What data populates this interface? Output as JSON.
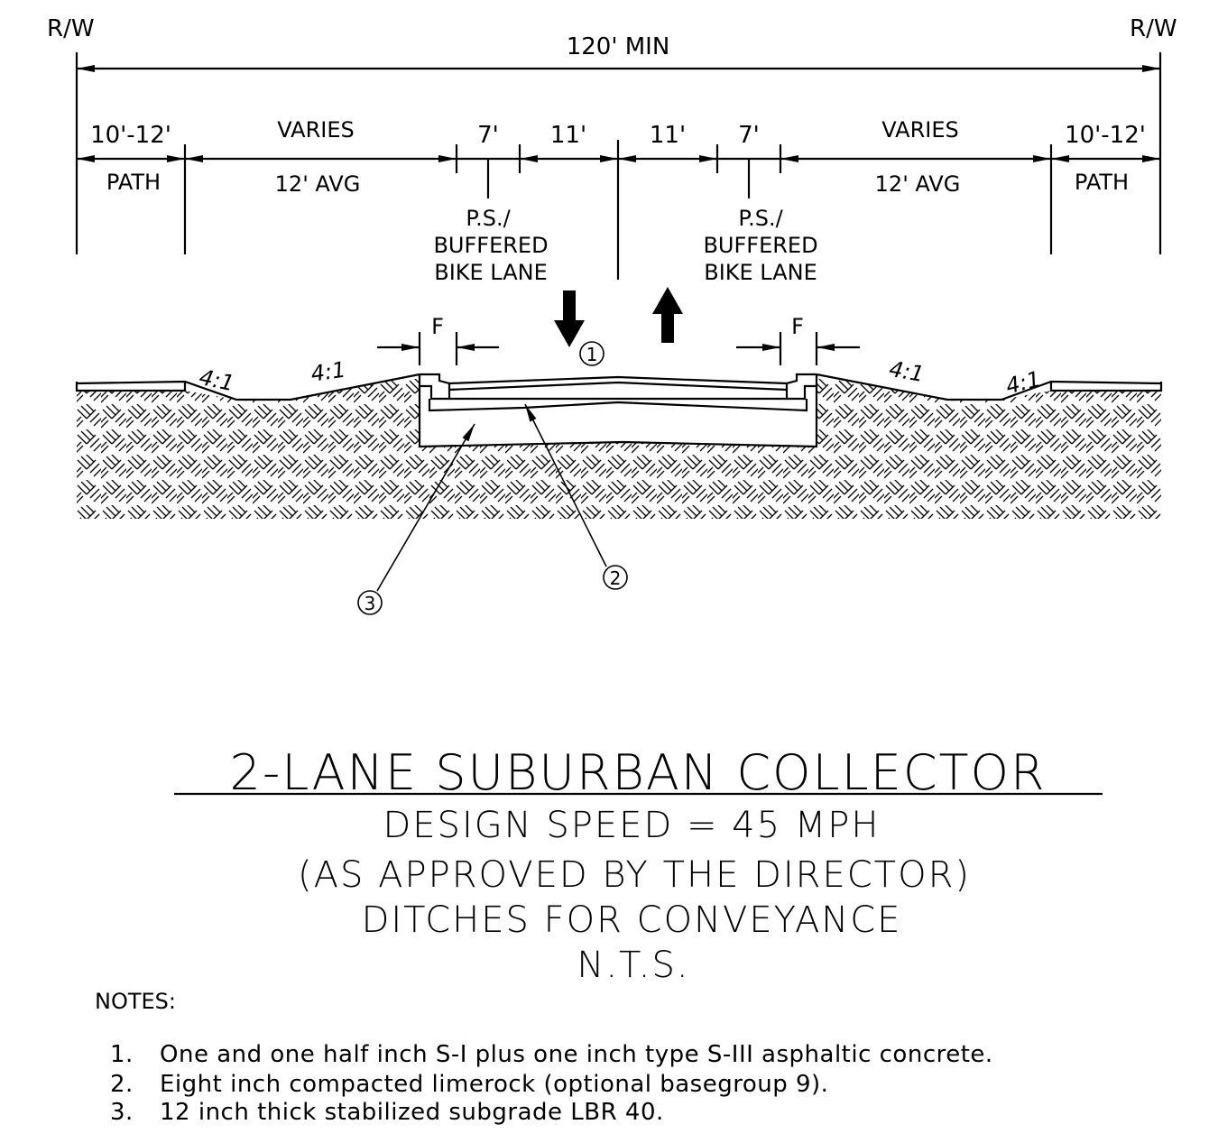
{
  "rw_left": "R/W",
  "rw_right": "R/W",
  "overall_dim": "120' MIN",
  "dims": {
    "path_width_left": "10'-12'",
    "path_label_left": "PATH",
    "varies_left": "VARIES",
    "avg_left": "12' AVG",
    "bike_width_left": "7'",
    "lane_width_left": "11'",
    "lane_width_right": "11'",
    "bike_width_right": "7'",
    "varies_right": "VARIES",
    "avg_right": "12' AVG",
    "path_width_right": "10'-12'",
    "path_label_right": "PATH"
  },
  "bike_lane_left": [
    "P.S./",
    "BUFFERED",
    "BIKE LANE"
  ],
  "bike_lane_right": [
    "P.S./",
    "BUFFERED",
    "BIKE LANE"
  ],
  "curb_dim_left": "F",
  "curb_dim_right": "F",
  "slopes": {
    "left_outer": "4:1",
    "left_inner": "4:1",
    "right_inner": "4:1",
    "right_outer": "4:1"
  },
  "callouts": [
    "1",
    "2",
    "3"
  ],
  "title": "2-LANE SUBURBAN COLLECTOR",
  "subtitle_lines": [
    "DESIGN SPEED = 45 MPH",
    "(AS APPROVED BY THE DIRECTOR)",
    "DITCHES FOR CONVEYANCE",
    "N.T.S."
  ],
  "notes_heading": "NOTES:",
  "notes": [
    {
      "num": "1.",
      "text": "One and one half inch S-I plus one inch type S-III asphaltic concrete."
    },
    {
      "num": "2.",
      "text": "Eight inch compacted limerock (optional basegroup 9)."
    },
    {
      "num": "3.",
      "text": "12 inch thick stabilized subgrade LBR 40."
    }
  ]
}
